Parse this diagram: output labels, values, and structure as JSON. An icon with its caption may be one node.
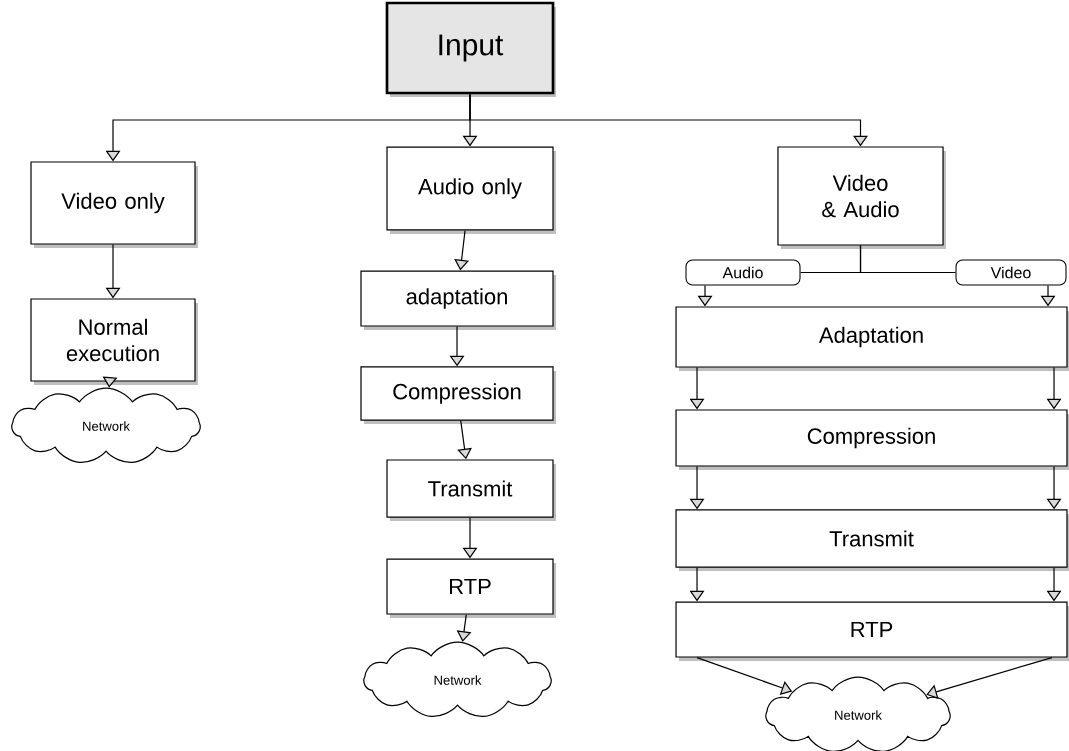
{
  "diagram": {
    "nodes": [
      {
        "text": [
          "Input"
        ]
      },
      {
        "text": [
          "Video only"
        ]
      },
      {
        "text": [
          "Normal execution"
        ]
      },
      {
        "text": [
          "Network"
        ]
      },
      {
        "text": [
          "Audio only"
        ]
      },
      {
        "text": [
          "adaptation"
        ]
      },
      {
        "text": [
          "Compression"
        ]
      },
      {
        "text": [
          "Transmit"
        ]
      },
      {
        "text": [
          "RTP"
        ]
      },
      {
        "text": [
          "Network"
        ]
      },
      {
        "text": [
          "Video & Audio"
        ]
      },
      {
        "text": [
          "Audio"
        ]
      },
      {
        "text": [
          "Video"
        ]
      },
      {
        "text": [
          "Adaptation"
        ]
      },
      {
        "text": [
          "Compression"
        ]
      },
      {
        "text": [
          "Transmit"
        ]
      },
      {
        "text": [
          "RTP"
        ]
      },
      {
        "text": [
          "Network"
        ]
      }
    ],
    "edges": [
      {
        "from": 0,
        "to": 1,
        "arrow": "to"
      },
      {
        "from": 0,
        "to": 4,
        "arrow": "to"
      },
      {
        "from": 0,
        "to": 10,
        "arrow": "to"
      },
      {
        "from": 1,
        "to": 2,
        "arrow": "to"
      },
      {
        "from": 2,
        "to": 3,
        "arrow": "to"
      },
      {
        "from": 4,
        "to": 5,
        "arrow": "to"
      },
      {
        "from": 5,
        "to": 6,
        "arrow": "to"
      },
      {
        "from": 6,
        "to": 7,
        "arrow": "to"
      },
      {
        "from": 7,
        "to": 8,
        "arrow": "to"
      },
      {
        "from": 8,
        "to": 9,
        "arrow": "to"
      },
      {
        "from": 10,
        "to": 11,
        "arrow": "none"
      },
      {
        "from": 10,
        "to": 12,
        "arrow": "none"
      },
      {
        "from": 11,
        "to": 13,
        "arrow": "to"
      },
      {
        "from": 12,
        "to": 13,
        "arrow": "to"
      },
      {
        "from": 13,
        "to": 14,
        "arrow": "to"
      },
      {
        "from": 13,
        "to": 14,
        "arrow": "to"
      },
      {
        "from": 14,
        "to": 15,
        "arrow": "to"
      },
      {
        "from": 14,
        "to": 15,
        "arrow": "to"
      },
      {
        "from": 15,
        "to": 16,
        "arrow": "to"
      },
      {
        "from": 15,
        "to": 16,
        "arrow": "to"
      },
      {
        "from": 16,
        "to": 17,
        "arrow": "to"
      },
      {
        "from": 16,
        "to": 17,
        "arrow": "to"
      }
    ]
  }
}
